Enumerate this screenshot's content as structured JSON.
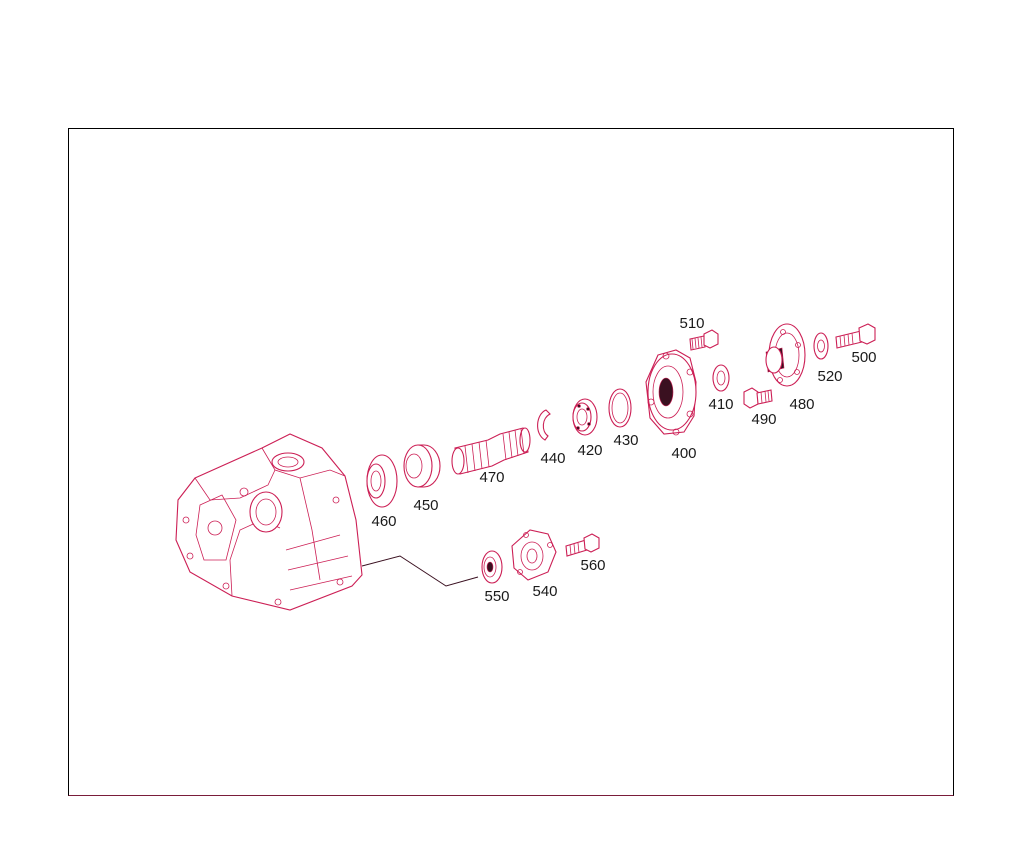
{
  "colors": {
    "drawing": "#cc1f55",
    "frame": "#000000",
    "label": "#1a1a1a"
  },
  "parts": [
    {
      "id": "400",
      "name": "cover-400"
    },
    {
      "id": "410",
      "name": "washer-410"
    },
    {
      "id": "420",
      "name": "bearing-420"
    },
    {
      "id": "430",
      "name": "ring-430"
    },
    {
      "id": "440",
      "name": "circlip-440"
    },
    {
      "id": "450",
      "name": "spacer-450"
    },
    {
      "id": "460",
      "name": "seal-460"
    },
    {
      "id": "470",
      "name": "shaft-470"
    },
    {
      "id": "480",
      "name": "flange-480"
    },
    {
      "id": "490",
      "name": "bolt-490"
    },
    {
      "id": "500",
      "name": "bolt-500"
    },
    {
      "id": "510",
      "name": "washer-510"
    },
    {
      "id": "520",
      "name": "bolt-520"
    },
    {
      "id": "540",
      "name": "cover-540"
    },
    {
      "id": "550",
      "name": "seal-550"
    },
    {
      "id": "560",
      "name": "bolt-560"
    }
  ]
}
